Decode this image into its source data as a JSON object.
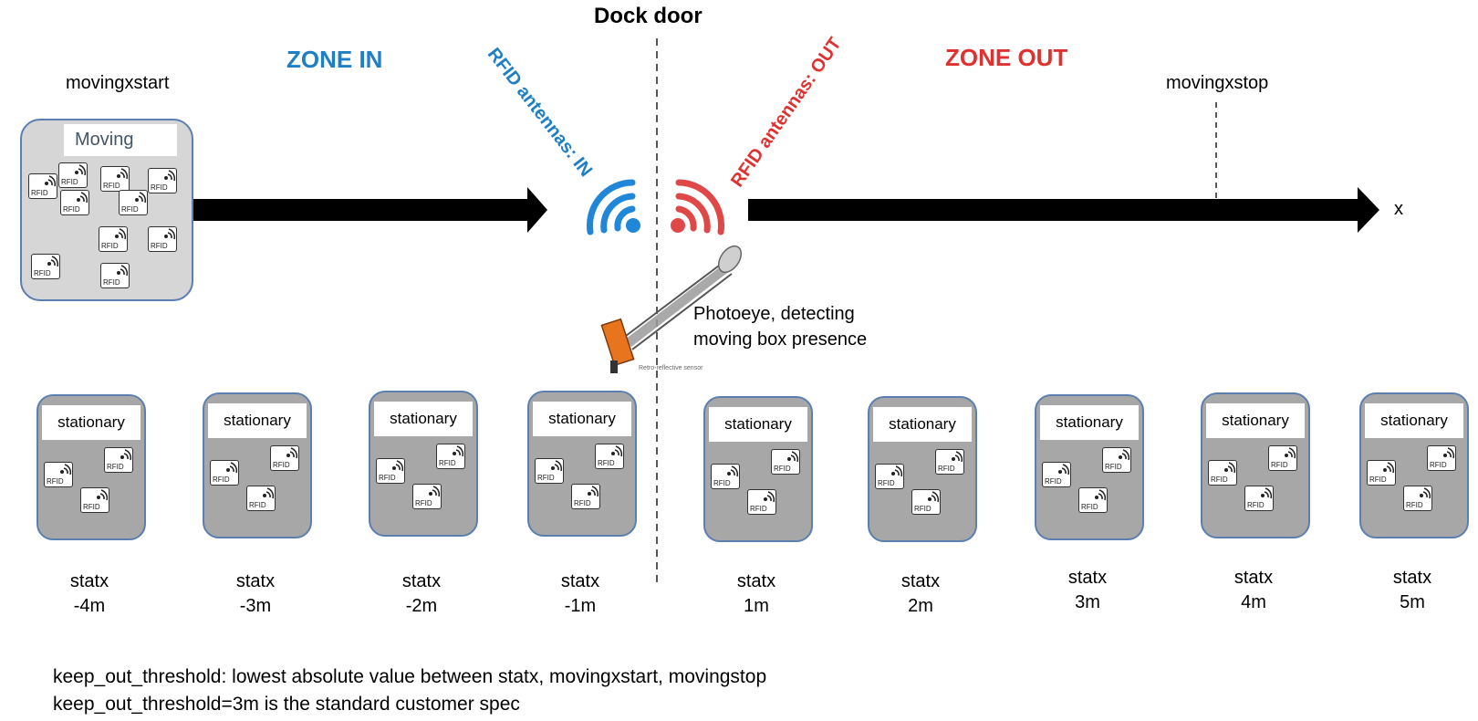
{
  "title": "Dock door",
  "zone_in": "ZONE IN",
  "zone_out": "ZONE OUT",
  "antenna_in": "RFID antennas: IN",
  "antenna_out": "RFID antennas: OUT",
  "moving_start": "movingxstart",
  "moving_stop": "movingxstop",
  "moving_box_label": "Moving",
  "axis_label": "x",
  "photoeye": [
    "Photoeye, detecting",
    "moving box presence"
  ],
  "sensor_caption": "Retro-reflective sensor",
  "tag_label": "RFID",
  "stationary_label": "stationary",
  "stations": [
    {
      "l1": "statx",
      "l2": "-4m"
    },
    {
      "l1": "statx",
      "l2": "-3m"
    },
    {
      "l1": "statx",
      "l2": "-2m"
    },
    {
      "l1": "statx",
      "l2": "-1m"
    },
    {
      "l1": "statx",
      "l2": "1m"
    },
    {
      "l1": "statx",
      "l2": "2m"
    },
    {
      "l1": "statx",
      "l2": "3m"
    },
    {
      "l1": "statx",
      "l2": "4m"
    },
    {
      "l1": "statx",
      "l2": "5m"
    }
  ],
  "footer": [
    "keep_out_threshold: lowest absolute value between statx, movingxstart, movingstop",
    "keep_out_threshold=3m is the standard customer spec"
  ],
  "colors": {
    "in": "#1f7fc4",
    "out": "#e03131",
    "box_border": "#5b7fb0"
  }
}
